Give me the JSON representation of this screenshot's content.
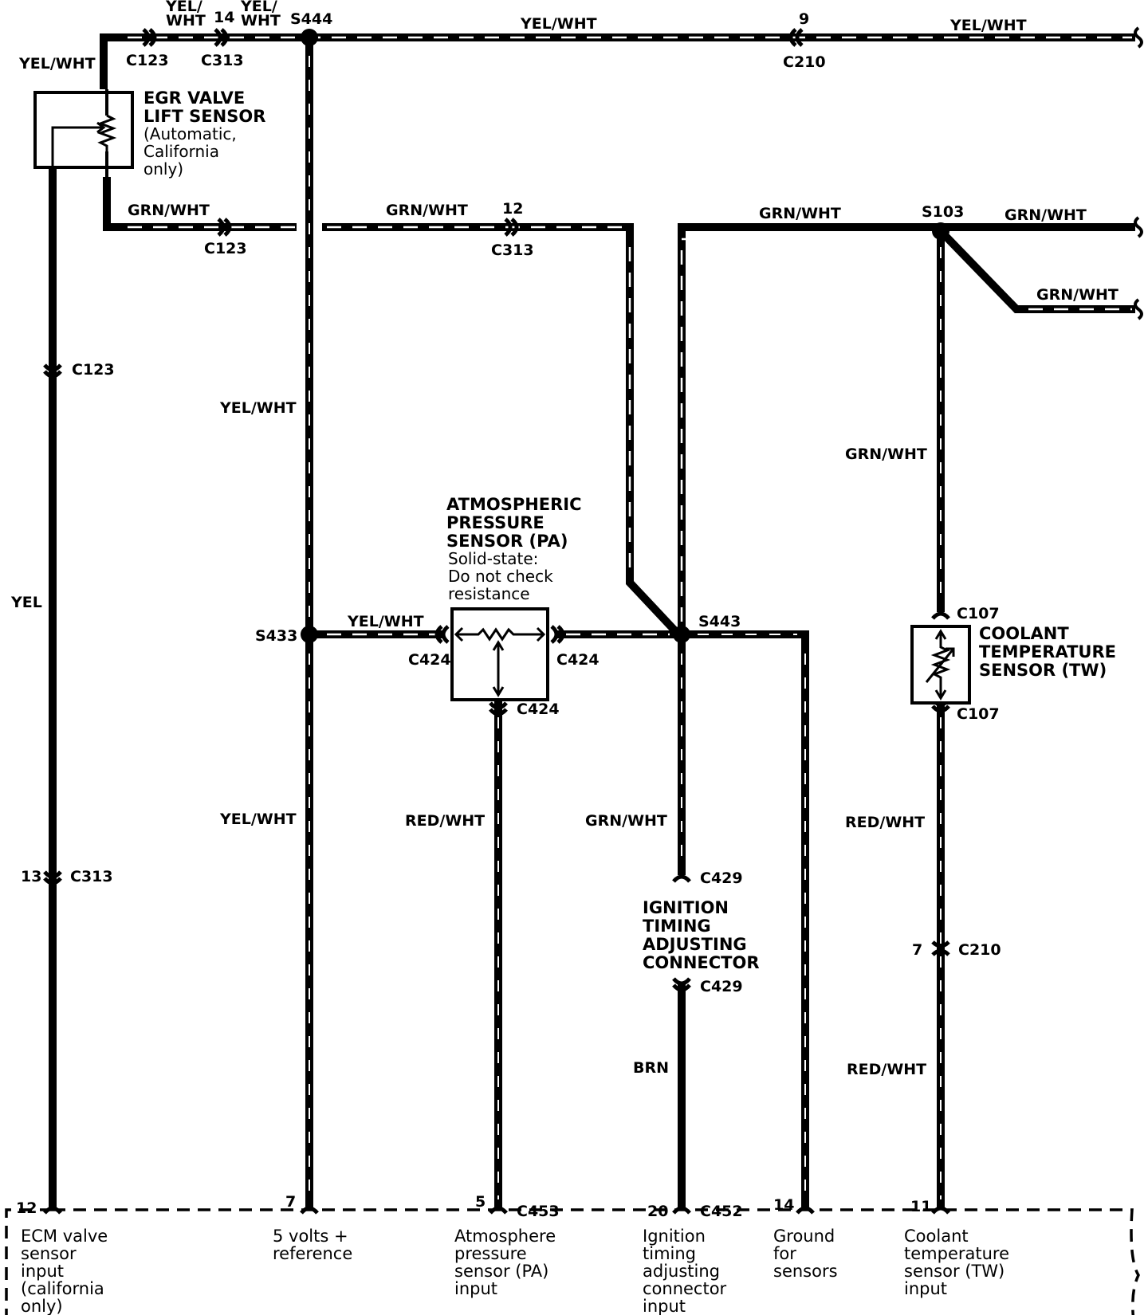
{
  "colors": {
    "wire": "#000000",
    "stripe": "#ffffff",
    "background": "#ffffff"
  },
  "wires": {
    "yel_wht": "YEL/WHT",
    "yel_wht_split_1": "YEL/",
    "yel_wht_split_2": "WHT",
    "grn_wht": "GRN/WHT",
    "red_wht": "RED/WHT",
    "yel": "YEL",
    "brn": "BRN"
  },
  "connectors": {
    "c123": "C123",
    "c313": "C313",
    "c210": "C210",
    "c424": "C424",
    "c107": "C107",
    "c429": "C429",
    "c453": "C453",
    "c452": "C452"
  },
  "splices": {
    "s444": "S444",
    "s103": "S103",
    "s433": "S433",
    "s443": "S443"
  },
  "pins": {
    "p14_top": "14",
    "p9_top": "9",
    "p12_grn": "12",
    "p13": "13",
    "p7_c210": "7",
    "ecm_12": "12",
    "ecm_7": "7",
    "ecm_5": "5",
    "ecm_20": "20",
    "ecm_14": "14",
    "ecm_11": "11"
  },
  "components": {
    "egr": {
      "line1": "EGR VALVE",
      "line2": "LIFT SENSOR",
      "sub1": "(Automatic,",
      "sub2": "California",
      "sub3": "only)"
    },
    "pa": {
      "line1": "ATMOSPHERIC",
      "line2": "PRESSURE",
      "line3": "SENSOR (PA)",
      "sub1": "Solid-state:",
      "sub2": "Do not check",
      "sub3": "resistance"
    },
    "tw": {
      "line1": "COOLANT",
      "line2": "TEMPERATURE",
      "line3": "SENSOR (TW)"
    },
    "ignition": {
      "line1": "IGNITION",
      "line2": "TIMING",
      "line3": "ADJUSTING",
      "line4": "CONNECTOR"
    }
  },
  "ecm_terminals": {
    "t12": [
      "ECM valve",
      "sensor",
      "input",
      "(california",
      "only)"
    ],
    "t7": [
      "5 volts +",
      "reference"
    ],
    "t5": [
      "Atmosphere",
      "pressure",
      "sensor (PA)",
      "input"
    ],
    "t20": [
      "Ignition",
      "timing",
      "adjusting",
      "connector",
      "input"
    ],
    "t14": [
      "Ground",
      "for",
      "sensors"
    ],
    "t11": [
      "Coolant",
      "temperature",
      "sensor (TW)",
      "input"
    ]
  }
}
